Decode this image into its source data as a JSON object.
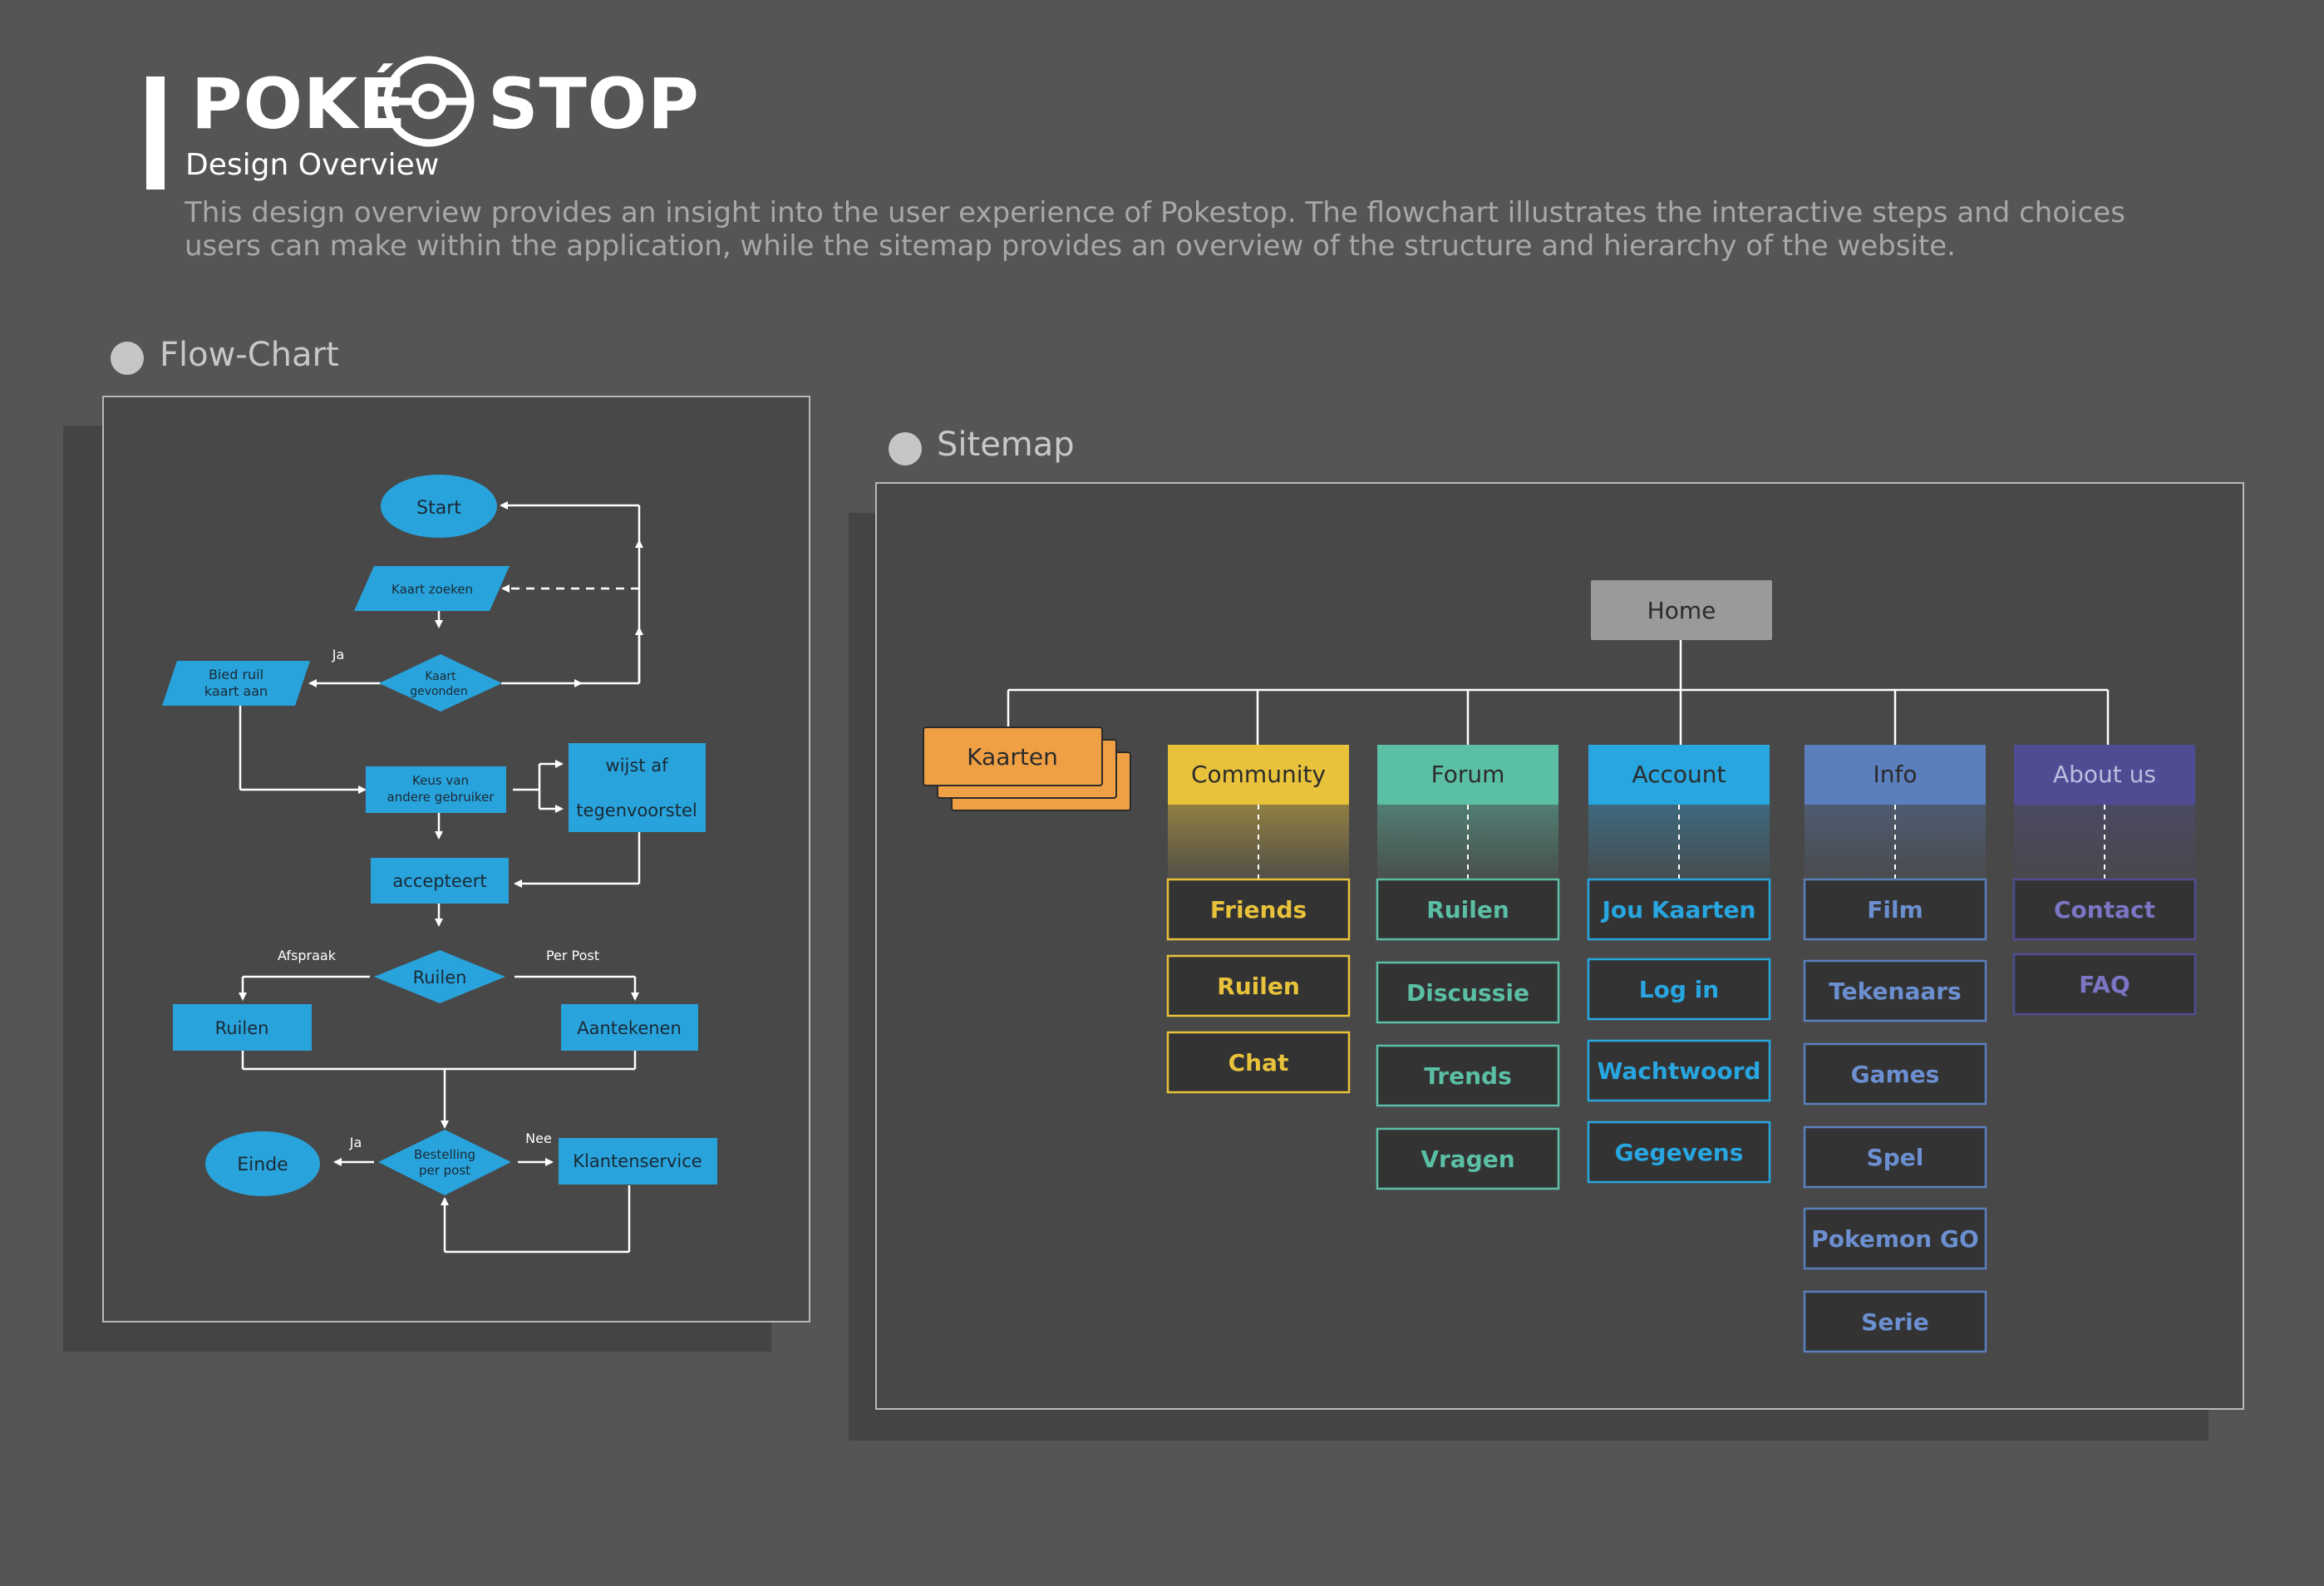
{
  "header": {
    "logo_left": "POKÉ",
    "logo_right": "STOP",
    "subtitle": "Design Overview",
    "intro_line1": "This design overview provides an insight into the user experience of Pokestop. The flowchart illustrates the interactive steps and choices",
    "intro_line2": "users can make within the application, while the sitemap provides an overview of the structure and hierarchy of the website."
  },
  "flowchart": {
    "label": "Flow-Chart",
    "nodes": {
      "start": "Start",
      "kaart_zoeken": "Kaart zoeken",
      "kaart_gevonden_1": "Kaart",
      "kaart_gevonden_2": "gevonden",
      "bied_ruil_1": "Bied ruil",
      "bied_ruil_2": "kaart aan",
      "keus_1": "Keus van",
      "keus_2": "andere gebruiker",
      "wijst_af": "wijst af",
      "tegenvoorstel": "tegenvoorstel",
      "accepteert": "accepteert",
      "ruilen_diamond": "Ruilen",
      "ruilen_box": "Ruilen",
      "aantekenen": "Aantekenen",
      "bestelling_1": "Bestelling",
      "bestelling_2": "per post",
      "einde": "Einde",
      "klantenservice": "Klantenservice"
    },
    "edge_labels": {
      "ja_top": "Ja",
      "afspraak": "Afspraak",
      "per_post": "Per Post",
      "ja_bottom": "Ja",
      "nee": "Nee"
    },
    "colors": {
      "node": "#29a3dc",
      "line": "#ffffff"
    }
  },
  "sitemap": {
    "label": "Sitemap",
    "home": "Home",
    "kaarten": "Kaarten",
    "columns": [
      {
        "title": "Community",
        "color": "#e8c23a",
        "items": [
          "Friends",
          "Ruilen",
          "Chat"
        ]
      },
      {
        "title": "Forum",
        "color": "#5bbfa5",
        "items": [
          "Ruilen",
          "Discussie",
          "Trends",
          "Vragen"
        ]
      },
      {
        "title": "Account",
        "color": "#28a6e0",
        "items": [
          "Jou Kaarten",
          "Log in",
          "Wachtwoord",
          "Gegevens"
        ]
      },
      {
        "title": "Info",
        "color": "#5b7fbc",
        "items": [
          "Film",
          "Tekenaars",
          "Games",
          "Spel",
          "Pokemon GO",
          "Serie"
        ]
      },
      {
        "title": "About us",
        "color": "#4f4c94",
        "items": [
          "Contact",
          "FAQ"
        ]
      }
    ],
    "colors": {
      "kaarten": "#f0a044",
      "home": "#9a9a9a"
    }
  }
}
